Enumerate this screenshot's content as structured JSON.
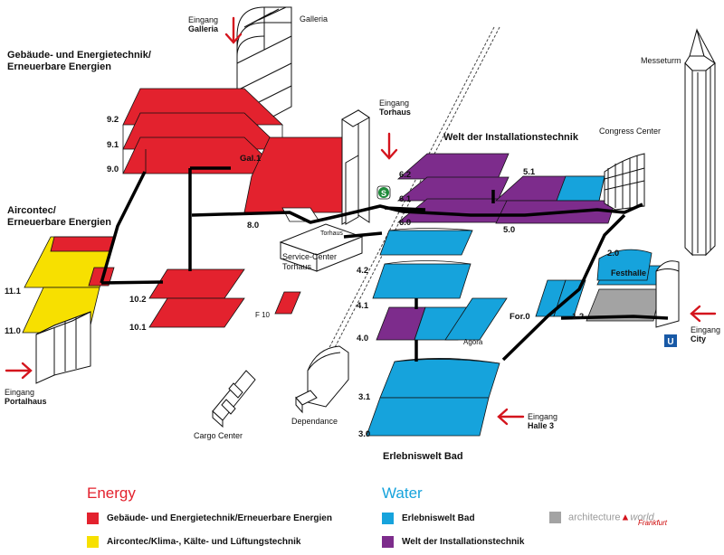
{
  "colors": {
    "energy": "#e3222e",
    "aircontec": "#f7e000",
    "water": "#16a3dc",
    "installation": "#7d2c8c",
    "grey": "#a3a3a3",
    "arrow": "#d4141d",
    "track": "#000000",
    "sbahn": "#1f8a3a",
    "ubahn": "#1859a6"
  },
  "areas": {
    "energie": "Gebäude- und Energietechnik/\nErneuerbare Energien",
    "aircontec": "Aircontec/\nErneuerbare Energien",
    "installation": "Welt der Installationstechnik",
    "bad": "Erlebniswelt Bad"
  },
  "buildings": {
    "galleria": "Galleria",
    "messeturm": "Messeturm",
    "congress": "Congress Center",
    "torhaus": "Torhaus",
    "service_center": "Service-Center\nTorhaus",
    "festhalle": "Festhalle",
    "agora": "Agora",
    "dependance": "Dependance",
    "cargo": "Cargo Center",
    "f10": "F 10"
  },
  "entrances": {
    "galleria": "Eingang\nGalleria",
    "torhaus": "Eingang\nTorhaus",
    "city": "Eingang\nCity",
    "halle3": "Eingang\nHalle 3",
    "portalhaus": "Eingang\nPortalhaus"
  },
  "halls": {
    "h9_2": "9.2",
    "h9_1": "9.1",
    "h9_0": "9.0",
    "gal1": "Gal.1",
    "h8_0": "8.0",
    "h11_1": "11.1",
    "h11_0": "11.0",
    "h10_2": "10.2",
    "h10_1": "10.1",
    "h6_2": "6.2",
    "h6_1": "6.1",
    "h6_0": "6.0",
    "h5_1": "5.1",
    "h5_0": "5.0",
    "h4_2": "4.2",
    "h4_1": "4.1",
    "h4_0": "4.0",
    "h3_1": "3.1",
    "h3_0": "3.0",
    "h2_0": "2.0",
    "h1_2": "1.2",
    "for0": "For.0"
  },
  "icons": {
    "sbahn": "S",
    "ubahn": "U"
  },
  "legend": {
    "energy_title": "Energy",
    "water_title": "Water",
    "items": [
      "Gebäude- und Energietechnik/Erneuerbare Energien",
      "Aircontec/Klima-, Kälte- und Lüftungstechnik",
      "Erlebniswelt Bad",
      "Welt der Installationstechnik"
    ],
    "brand_a": "architecture",
    "brand_b": "world",
    "brand_sign": "Frankfurt"
  }
}
